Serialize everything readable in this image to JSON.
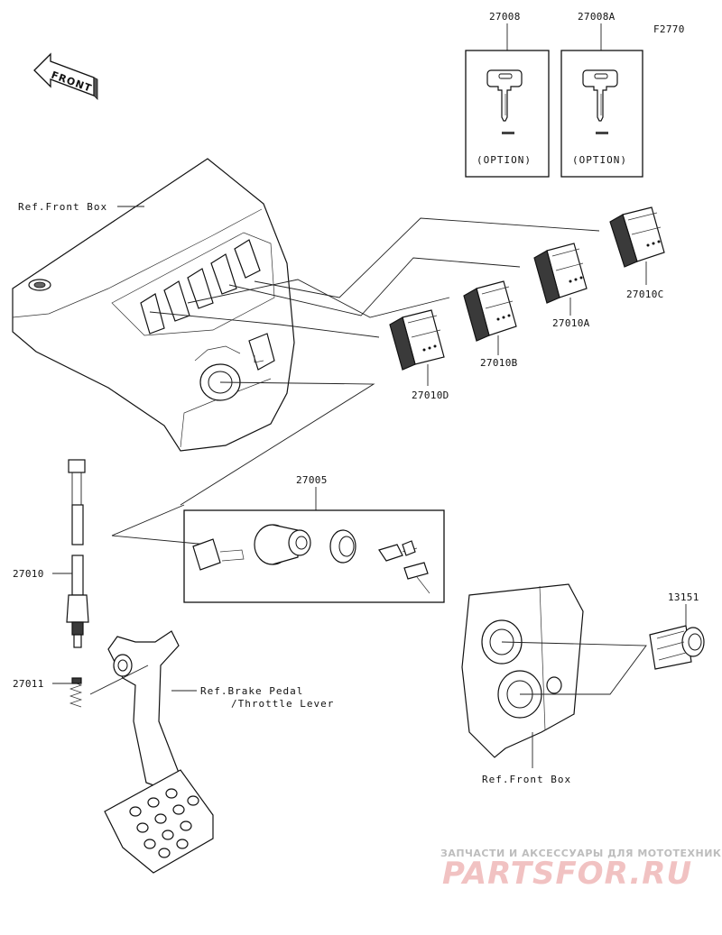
{
  "figure_code": "F2770",
  "front_marker": "FRONT",
  "parts": {
    "key_a": "27008",
    "key_b": "27008A",
    "switch_c": "27010C",
    "switch_a": "27010A",
    "switch_b": "27010B",
    "switch_d": "27010D",
    "ignition_switch": "27005",
    "brake_switch": "27010",
    "spring": "27011",
    "socket": "13151"
  },
  "option_label": "(OPTION)",
  "refs": {
    "front_box_top": "Ref.Front Box",
    "brake_pedal_line1": "Ref.Brake Pedal",
    "brake_pedal_line2": "/Throttle Lever",
    "front_box_bottom": "Ref.Front Box"
  },
  "watermark": {
    "line1": "ЗАПЧАСТИ И АКСЕССУАРЫ ДЛЯ МОТОТЕХНИКИ",
    "line2": "PARTSFOR.RU"
  }
}
